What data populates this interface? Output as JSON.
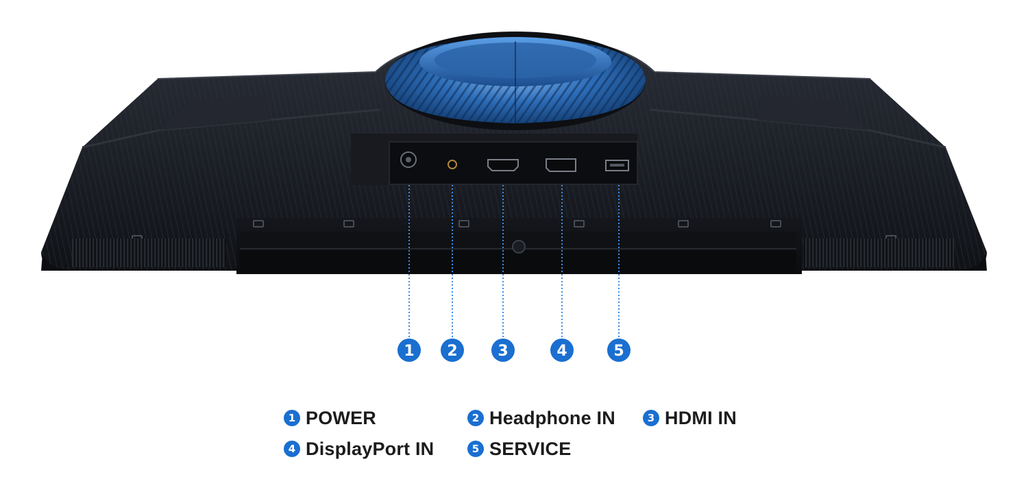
{
  "ports": [
    {
      "number": "1",
      "label": "POWER"
    },
    {
      "number": "2",
      "label": "Headphone IN"
    },
    {
      "number": "3",
      "label": "HDMI IN"
    },
    {
      "number": "4",
      "label": "DisplayPort IN"
    },
    {
      "number": "5",
      "label": "SERVICE"
    }
  ],
  "colors": {
    "badge": "#1a6fd0",
    "monitor": "#1d2028",
    "ring": "#2a6fb6",
    "leader": "#3d8de6"
  }
}
